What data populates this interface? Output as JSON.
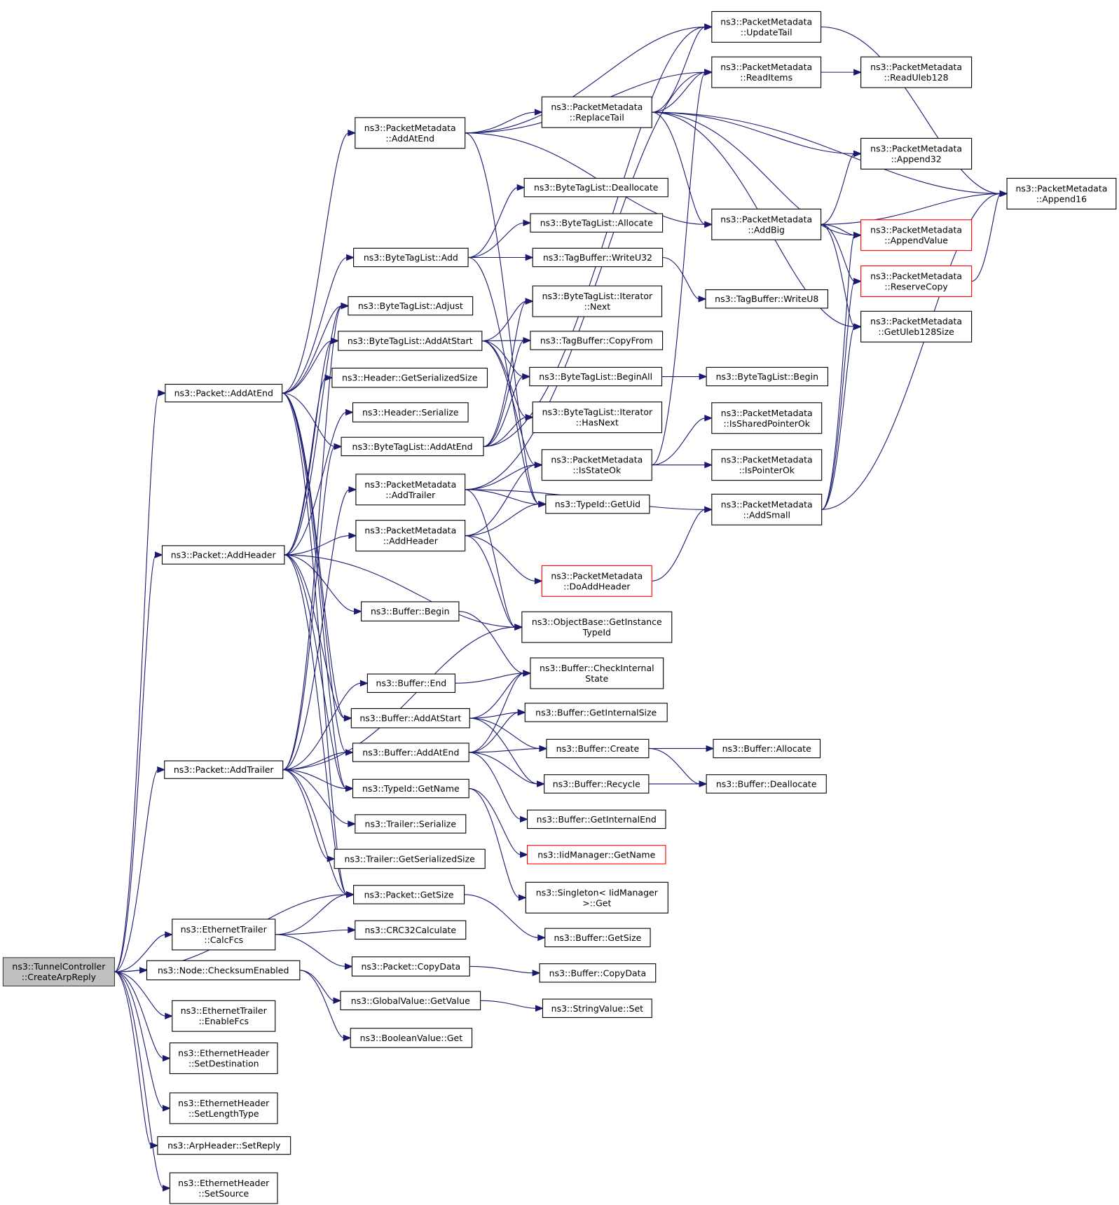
{
  "graph": {
    "title": "Call graph of ns3::TunnelController::CreateArpReply",
    "edge_color": "#191970",
    "node_border": "#000000",
    "root_fill": "#bfbfbf",
    "truncated_border": "#ff0000",
    "nodes": [
      {
        "id": "root",
        "label": [
          "ns3::TunnelController",
          "::CreateArpReply"
        ],
        "kind": "root"
      },
      {
        "id": "pkt_addatend",
        "label": [
          "ns3::Packet::AddAtEnd"
        ]
      },
      {
        "id": "pkt_addheader",
        "label": [
          "ns3::Packet::AddHeader"
        ]
      },
      {
        "id": "pkt_addtrailer",
        "label": [
          "ns3::Packet::AddTrailer"
        ]
      },
      {
        "id": "pkt_getsize",
        "label": [
          "ns3::Packet::GetSize"
        ]
      },
      {
        "id": "eth_calcfcs",
        "label": [
          "ns3::EthernetTrailer",
          "::CalcFcs"
        ]
      },
      {
        "id": "node_checksum",
        "label": [
          "ns3::Node::ChecksumEnabled"
        ]
      },
      {
        "id": "eth_enablefcs",
        "label": [
          "ns3::EthernetTrailer",
          "::EnableFcs"
        ]
      },
      {
        "id": "ethh_setdest",
        "label": [
          "ns3::EthernetHeader",
          "::SetDestination"
        ]
      },
      {
        "id": "ethh_setlen",
        "label": [
          "ns3::EthernetHeader",
          "::SetLengthType"
        ]
      },
      {
        "id": "arp_setreply",
        "label": [
          "ns3::ArpHeader::SetReply"
        ]
      },
      {
        "id": "ethh_setsrc",
        "label": [
          "ns3::EthernetHeader",
          "::SetSource"
        ]
      },
      {
        "id": "pm_addatend",
        "label": [
          "ns3::PacketMetadata",
          "::AddAtEnd"
        ]
      },
      {
        "id": "btl_add",
        "label": [
          "ns3::ByteTagList::Add"
        ]
      },
      {
        "id": "btl_adjust",
        "label": [
          "ns3::ByteTagList::Adjust"
        ]
      },
      {
        "id": "btl_addatstart",
        "label": [
          "ns3::ByteTagList::AddAtStart"
        ]
      },
      {
        "id": "hdr_getsersize",
        "label": [
          "ns3::Header::GetSerializedSize"
        ]
      },
      {
        "id": "hdr_serialize",
        "label": [
          "ns3::Header::Serialize"
        ]
      },
      {
        "id": "btl_addatend",
        "label": [
          "ns3::ByteTagList::AddAtEnd"
        ]
      },
      {
        "id": "pm_addtrailer",
        "label": [
          "ns3::PacketMetadata",
          "::AddTrailer"
        ]
      },
      {
        "id": "pm_addheader",
        "label": [
          "ns3::PacketMetadata",
          "::AddHeader"
        ]
      },
      {
        "id": "buf_begin",
        "label": [
          "ns3::Buffer::Begin"
        ]
      },
      {
        "id": "buf_end",
        "label": [
          "ns3::Buffer::End"
        ]
      },
      {
        "id": "buf_addatstart",
        "label": [
          "ns3::Buffer::AddAtStart"
        ]
      },
      {
        "id": "buf_addatend",
        "label": [
          "ns3::Buffer::AddAtEnd"
        ]
      },
      {
        "id": "tid_getname",
        "label": [
          "ns3::TypeId::GetName"
        ]
      },
      {
        "id": "trl_serialize",
        "label": [
          "ns3::Trailer::Serialize"
        ]
      },
      {
        "id": "trl_getsersize",
        "label": [
          "ns3::Trailer::GetSerializedSize"
        ]
      },
      {
        "id": "crc32",
        "label": [
          "ns3::CRC32Calculate"
        ]
      },
      {
        "id": "pkt_copydata",
        "label": [
          "ns3::Packet::CopyData"
        ]
      },
      {
        "id": "gv_getvalue",
        "label": [
          "ns3::GlobalValue::GetValue"
        ]
      },
      {
        "id": "bv_get",
        "label": [
          "ns3::BooleanValue::Get"
        ]
      },
      {
        "id": "pm_replacetail",
        "label": [
          "ns3::PacketMetadata",
          "::ReplaceTail"
        ]
      },
      {
        "id": "btl_dealloc",
        "label": [
          "ns3::ByteTagList::Deallocate"
        ]
      },
      {
        "id": "btl_alloc",
        "label": [
          "ns3::ByteTagList::Allocate"
        ]
      },
      {
        "id": "tb_writeu32",
        "label": [
          "ns3::TagBuffer::WriteU32"
        ]
      },
      {
        "id": "btl_it_next",
        "label": [
          "ns3::ByteTagList::Iterator",
          "::Next"
        ]
      },
      {
        "id": "tb_copyfrom",
        "label": [
          "ns3::TagBuffer::CopyFrom"
        ]
      },
      {
        "id": "btl_beginall",
        "label": [
          "ns3::ByteTagList::BeginAll"
        ]
      },
      {
        "id": "btl_it_hasnext",
        "label": [
          "ns3::ByteTagList::Iterator",
          "::HasNext"
        ]
      },
      {
        "id": "pm_isstateok",
        "label": [
          "ns3::PacketMetadata",
          "::IsStateOk"
        ]
      },
      {
        "id": "tid_getuid",
        "label": [
          "ns3::TypeId::GetUid"
        ]
      },
      {
        "id": "pm_doaddheader",
        "label": [
          "ns3::PacketMetadata",
          "::DoAddHeader"
        ],
        "kind": "red"
      },
      {
        "id": "ob_getinst",
        "label": [
          "ns3::ObjectBase::GetInstance",
          "TypeId"
        ]
      },
      {
        "id": "buf_checkint",
        "label": [
          "ns3::Buffer::CheckInternal",
          "State"
        ]
      },
      {
        "id": "buf_getintsize",
        "label": [
          "ns3::Buffer::GetInternalSize"
        ]
      },
      {
        "id": "buf_create",
        "label": [
          "ns3::Buffer::Create"
        ]
      },
      {
        "id": "buf_recycle",
        "label": [
          "ns3::Buffer::Recycle"
        ]
      },
      {
        "id": "buf_getintend",
        "label": [
          "ns3::Buffer::GetInternalEnd"
        ]
      },
      {
        "id": "iid_getname",
        "label": [
          "ns3::IidManager::GetName"
        ],
        "kind": "red"
      },
      {
        "id": "singleton_get",
        "label": [
          "ns3::Singleton< IidManager",
          ">::Get"
        ]
      },
      {
        "id": "buf_getsize",
        "label": [
          "ns3::Buffer::GetSize"
        ]
      },
      {
        "id": "buf_copydata",
        "label": [
          "ns3::Buffer::CopyData"
        ]
      },
      {
        "id": "sv_set",
        "label": [
          "ns3::StringValue::Set"
        ]
      },
      {
        "id": "pm_updatetail",
        "label": [
          "ns3::PacketMetadata",
          "::UpdateTail"
        ]
      },
      {
        "id": "pm_readitems",
        "label": [
          "ns3::PacketMetadata",
          "::ReadItems"
        ]
      },
      {
        "id": "pm_addbig",
        "label": [
          "ns3::PacketMetadata",
          "::AddBig"
        ]
      },
      {
        "id": "tb_writeu8",
        "label": [
          "ns3::TagBuffer::WriteU8"
        ]
      },
      {
        "id": "btl_begin",
        "label": [
          "ns3::ByteTagList::Begin"
        ]
      },
      {
        "id": "pm_issharedptrok",
        "label": [
          "ns3::PacketMetadata",
          "::IsSharedPointerOk"
        ]
      },
      {
        "id": "pm_isptrok",
        "label": [
          "ns3::PacketMetadata",
          "::IsPointerOk"
        ]
      },
      {
        "id": "pm_addsmall",
        "label": [
          "ns3::PacketMetadata",
          "::AddSmall"
        ]
      },
      {
        "id": "buf_allocate",
        "label": [
          "ns3::Buffer::Allocate"
        ]
      },
      {
        "id": "buf_deallocate",
        "label": [
          "ns3::Buffer::Deallocate"
        ]
      },
      {
        "id": "pm_readuleb",
        "label": [
          "ns3::PacketMetadata",
          "::ReadUleb128"
        ]
      },
      {
        "id": "pm_append32",
        "label": [
          "ns3::PacketMetadata",
          "::Append32"
        ]
      },
      {
        "id": "pm_appendvalue",
        "label": [
          "ns3::PacketMetadata",
          "::AppendValue"
        ],
        "kind": "red"
      },
      {
        "id": "pm_reservecopy",
        "label": [
          "ns3::PacketMetadata",
          "::ReserveCopy"
        ],
        "kind": "red"
      },
      {
        "id": "pm_getulebsize",
        "label": [
          "ns3::PacketMetadata",
          "::GetUleb128Size"
        ]
      },
      {
        "id": "pm_append16",
        "label": [
          "ns3::PacketMetadata",
          "::Append16"
        ]
      }
    ],
    "edges": [
      [
        "root",
        "pkt_addatend"
      ],
      [
        "root",
        "pkt_addheader"
      ],
      [
        "root",
        "pkt_addtrailer"
      ],
      [
        "root",
        "pkt_getsize"
      ],
      [
        "root",
        "eth_calcfcs"
      ],
      [
        "root",
        "node_checksum"
      ],
      [
        "root",
        "eth_enablefcs"
      ],
      [
        "root",
        "ethh_setdest"
      ],
      [
        "root",
        "ethh_setlen"
      ],
      [
        "root",
        "arp_setreply"
      ],
      [
        "root",
        "ethh_setsrc"
      ],
      [
        "pkt_addatend",
        "pm_addatend"
      ],
      [
        "pkt_addatend",
        "btl_add"
      ],
      [
        "pkt_addatend",
        "btl_adjust"
      ],
      [
        "pkt_addatend",
        "btl_addatstart"
      ],
      [
        "pkt_addatend",
        "btl_addatend"
      ],
      [
        "pkt_addatend",
        "buf_addatstart"
      ],
      [
        "pkt_addatend",
        "buf_addatend"
      ],
      [
        "pkt_addatend",
        "tid_getname"
      ],
      [
        "pkt_addatend",
        "pkt_getsize"
      ],
      [
        "pkt_addheader",
        "btl_adjust"
      ],
      [
        "pkt_addheader",
        "btl_addatstart"
      ],
      [
        "pkt_addheader",
        "hdr_getsersize"
      ],
      [
        "pkt_addheader",
        "hdr_serialize"
      ],
      [
        "pkt_addheader",
        "pm_addheader"
      ],
      [
        "pkt_addheader",
        "buf_begin"
      ],
      [
        "pkt_addheader",
        "ob_getinst"
      ],
      [
        "pkt_addheader",
        "buf_addatstart"
      ],
      [
        "pkt_addheader",
        "tid_getname"
      ],
      [
        "pkt_addheader",
        "pkt_getsize"
      ],
      [
        "pkt_addtrailer",
        "btl_adjust"
      ],
      [
        "pkt_addtrailer",
        "btl_addatend"
      ],
      [
        "pkt_addtrailer",
        "pm_addtrailer"
      ],
      [
        "pkt_addtrailer",
        "buf_end"
      ],
      [
        "pkt_addtrailer",
        "ob_getinst"
      ],
      [
        "pkt_addtrailer",
        "buf_addatend"
      ],
      [
        "pkt_addtrailer",
        "tid_getname"
      ],
      [
        "pkt_addtrailer",
        "trl_serialize"
      ],
      [
        "pkt_addtrailer",
        "trl_getsersize"
      ],
      [
        "pkt_addtrailer",
        "pkt_getsize"
      ],
      [
        "pkt_getsize",
        "buf_getsize"
      ],
      [
        "eth_calcfcs",
        "pkt_getsize"
      ],
      [
        "eth_calcfcs",
        "crc32"
      ],
      [
        "eth_calcfcs",
        "pkt_copydata"
      ],
      [
        "node_checksum",
        "gv_getvalue"
      ],
      [
        "node_checksum",
        "bv_get"
      ],
      [
        "pkt_copydata",
        "buf_copydata"
      ],
      [
        "gv_getvalue",
        "sv_set"
      ],
      [
        "pm_addatend",
        "pm_updatetail"
      ],
      [
        "pm_addatend",
        "pm_readitems"
      ],
      [
        "pm_addatend",
        "pm_replacetail"
      ],
      [
        "pm_addatend",
        "pm_addbig"
      ],
      [
        "pm_addatend",
        "tid_getuid"
      ],
      [
        "pm_replacetail",
        "pm_updatetail"
      ],
      [
        "pm_replacetail",
        "pm_readitems"
      ],
      [
        "pm_replacetail",
        "pm_append16"
      ],
      [
        "pm_replacetail",
        "pm_append32"
      ],
      [
        "pm_replacetail",
        "pm_addbig"
      ],
      [
        "pm_replacetail",
        "pm_appendvalue"
      ],
      [
        "pm_replacetail",
        "pm_getulebsize"
      ],
      [
        "btl_add",
        "btl_dealloc"
      ],
      [
        "btl_add",
        "btl_alloc"
      ],
      [
        "btl_add",
        "tb_writeu32"
      ],
      [
        "btl_add",
        "tid_getuid"
      ],
      [
        "tb_writeu32",
        "tb_writeu8"
      ],
      [
        "btl_addatstart",
        "btl_it_next"
      ],
      [
        "btl_addatstart",
        "tb_copyfrom"
      ],
      [
        "btl_addatstart",
        "btl_beginall"
      ],
      [
        "btl_addatstart",
        "btl_it_hasnext"
      ],
      [
        "btl_addatstart",
        "pm_isstateok"
      ],
      [
        "btl_addatend",
        "btl_it_next"
      ],
      [
        "btl_addatend",
        "tb_copyfrom"
      ],
      [
        "btl_addatend",
        "btl_beginall"
      ],
      [
        "btl_addatend",
        "btl_it_hasnext"
      ],
      [
        "btl_addatend",
        "pm_updatetail"
      ],
      [
        "btl_beginall",
        "btl_begin"
      ],
      [
        "pm_addtrailer",
        "pm_isstateok"
      ],
      [
        "pm_addtrailer",
        "tid_getuid"
      ],
      [
        "pm_addtrailer",
        "pm_addsmall"
      ],
      [
        "pm_addtrailer",
        "ob_getinst"
      ],
      [
        "pm_addtrailer",
        "pm_readitems"
      ],
      [
        "pm_addheader",
        "pm_isstateok"
      ],
      [
        "pm_addheader",
        "tid_getuid"
      ],
      [
        "pm_addheader",
        "pm_doaddheader"
      ],
      [
        "pm_addheader",
        "ob_getinst"
      ],
      [
        "pm_doaddheader",
        "pm_addsmall"
      ],
      [
        "pm_isstateok",
        "pm_issharedptrok"
      ],
      [
        "pm_isstateok",
        "pm_isptrok"
      ],
      [
        "pm_isstateok",
        "pm_readitems"
      ],
      [
        "pm_addsmall",
        "pm_appendvalue"
      ],
      [
        "pm_addsmall",
        "pm_reservecopy"
      ],
      [
        "pm_addsmall",
        "pm_getulebsize"
      ],
      [
        "pm_addsmall",
        "pm_append16"
      ],
      [
        "pm_addbig",
        "pm_append32"
      ],
      [
        "pm_addbig",
        "pm_append16"
      ],
      [
        "pm_addbig",
        "pm_appendvalue"
      ],
      [
        "pm_addbig",
        "pm_reservecopy"
      ],
      [
        "pm_addbig",
        "pm_getulebsize"
      ],
      [
        "pm_reservecopy",
        "pm_append16"
      ],
      [
        "pm_updatetail",
        "pm_append16"
      ],
      [
        "pm_readitems",
        "pm_readuleb"
      ],
      [
        "buf_begin",
        "buf_checkint"
      ],
      [
        "buf_end",
        "buf_checkint"
      ],
      [
        "buf_addatstart",
        "buf_checkint"
      ],
      [
        "buf_addatstart",
        "buf_getintsize"
      ],
      [
        "buf_addatstart",
        "buf_create"
      ],
      [
        "buf_addatstart",
        "buf_recycle"
      ],
      [
        "buf_addatend",
        "buf_checkint"
      ],
      [
        "buf_addatend",
        "buf_getintsize"
      ],
      [
        "buf_addatend",
        "buf_create"
      ],
      [
        "buf_addatend",
        "buf_recycle"
      ],
      [
        "buf_addatend",
        "buf_getintend"
      ],
      [
        "buf_create",
        "buf_allocate"
      ],
      [
        "buf_create",
        "buf_deallocate"
      ],
      [
        "buf_recycle",
        "buf_deallocate"
      ],
      [
        "tid_getname",
        "iid_getname"
      ],
      [
        "tid_getname",
        "singleton_get"
      ]
    ]
  }
}
